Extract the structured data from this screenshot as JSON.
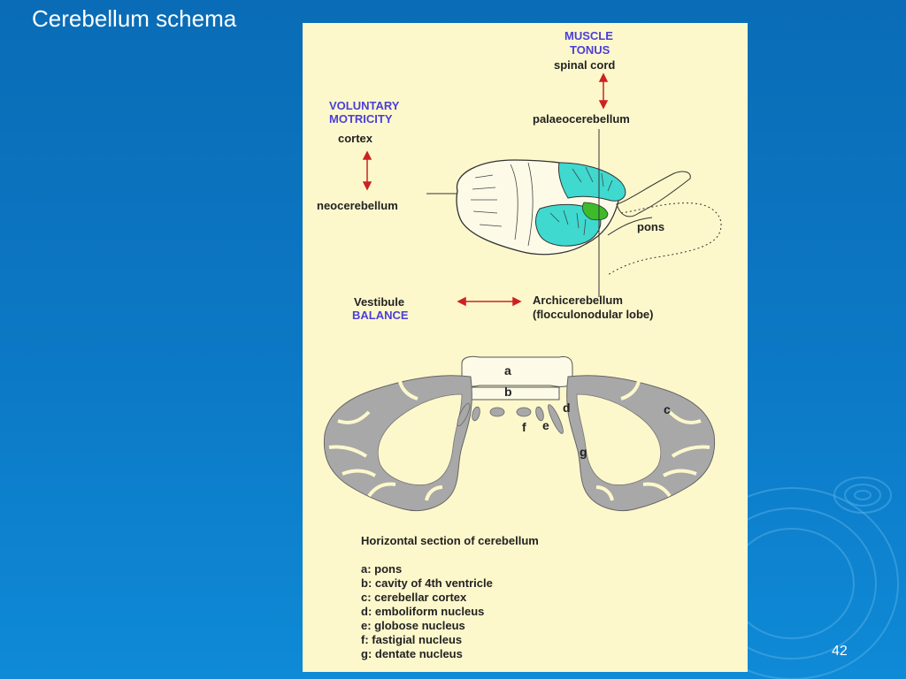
{
  "slide": {
    "title": "Cerebellum schema",
    "number": "42"
  },
  "diagram": {
    "top": {
      "muscle_tonus_line1": "MUSCLE",
      "muscle_tonus_line2": "TONUS",
      "spinal_cord": "spinal cord",
      "palaeocerebellum": "palaeocerebellum",
      "voluntary_line1": "VOLUNTARY",
      "voluntary_line2": "MOTRICITY",
      "cortex": "cortex",
      "neocerebellum": "neocerebellum",
      "pons": "pons",
      "vestibule": "Vestibule",
      "balance": "BALANCE",
      "archicerebellum": "Archicerebellum",
      "flocculonodular": "(flocculonodular lobe)"
    },
    "section": {
      "letter_a": "a",
      "letter_b": "b",
      "letter_c": "c",
      "letter_d": "d",
      "letter_e": "e",
      "letter_f": "f",
      "letter_g": "g",
      "caption": "Horizontal section of cerebellum",
      "legend": [
        "a: pons",
        "b: cavity of 4th ventricle",
        "c: cerebellar cortex",
        "d: emboliform nucleus",
        "e: globose nucleus",
        "f: fastigial nucleus",
        "g: dentate nucleus"
      ]
    },
    "colors": {
      "panel": "#fdf8cc",
      "blue_label": "#4a3fd6",
      "arrow": "#cc2222",
      "cyan_region": "#3fd9cf",
      "green_region": "#3dbb2a",
      "cortex_gray": "#a8a8a8"
    }
  }
}
